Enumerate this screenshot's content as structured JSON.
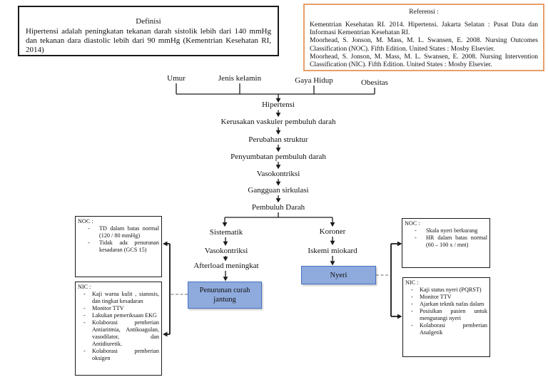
{
  "definition": {
    "title": "Definisi",
    "body": "Hipertensi adalah peningkatan tekanan darah sistolik lebih dari 140 mmHg dan tekanan dara diastolic lebih dari 90 mmHg (Kementrian Kesehatan RI, 2014)"
  },
  "references": {
    "title": "Referensi :",
    "items": [
      "Kementrian Kesehatan RI. 2014. Hipertensi. Jakarta Selatan : Pusat Data dan Informasi Kementrian Kesehatan RI.",
      "Moorhead, S. Jonson, M. Mass, M. L. Swansen, E. 2008. Nursing Outcomes Classification (NOC). Fifth Edition. United States : Mosby Elsevier.",
      "Moorhead, S. Jonson, M. Mass, M. L. Swansen, E. 2008. Nursing Intervention Classification (NIC). Fifth Edition. United States : Mosby Elsevier."
    ]
  },
  "flowchart": {
    "risk_factors": [
      "Umur",
      "Jenis kelamin",
      "Gaya Hidup",
      "Obesitas"
    ],
    "chain": [
      "Hipertensi",
      "Kerusakan vaskuler pembuluh darah",
      "Perubahan struktur",
      "Penyumbatan pembuluh darah",
      "Vasokontriksi",
      "Gangguan sirkulasi",
      "Pembuluh Darah"
    ],
    "left_branch": {
      "steps": [
        "Sistematik",
        "Vasokontriksi",
        "Afterload meningkat"
      ],
      "outcome": "Penurunan curah jantung"
    },
    "right_branch": {
      "steps": [
        "Koroner",
        "Iskemi miokard"
      ],
      "outcome": "Nyeri"
    }
  },
  "nursing": {
    "left_noc": {
      "label": "NOC :",
      "items": [
        "TD dalam batas normal (120 / 80 mmHg)",
        "Tidak ada penurunan kesadaran (GCS 15)"
      ]
    },
    "left_nic": {
      "label": "NIC :",
      "items": [
        "Kaji warna kulit , sianosis, dan tingkat kesadaran",
        "Monitor TTV",
        "Lakukan pemeriksaan EKG",
        "Kolaborasi pemberian Antiaritmia, Antikoagulan, vasodilator, dan Antidiuretik.",
        "Kolaborasi pemberian oksigen"
      ]
    },
    "right_noc": {
      "label": "NOC :",
      "items": [
        "Skala nyeri berkurang",
        "HR dalam batas normal (60 – 100 x / mnt)"
      ]
    },
    "right_nic": {
      "label": "NIC :",
      "items": [
        "Kaji status nyeri (PQRST)",
        "Monitor TTV",
        "Ajarkan teknik nafas dalam",
        "Posisikan pasien untuk mengurangi nyeri",
        "Kolaborasi pemberian Analgetik"
      ]
    }
  },
  "colors": {
    "outcome_fill": "#8faadc",
    "outcome_border": "#4472c4",
    "reference_border": "#e89f68",
    "ink": "#1a1a1a"
  }
}
